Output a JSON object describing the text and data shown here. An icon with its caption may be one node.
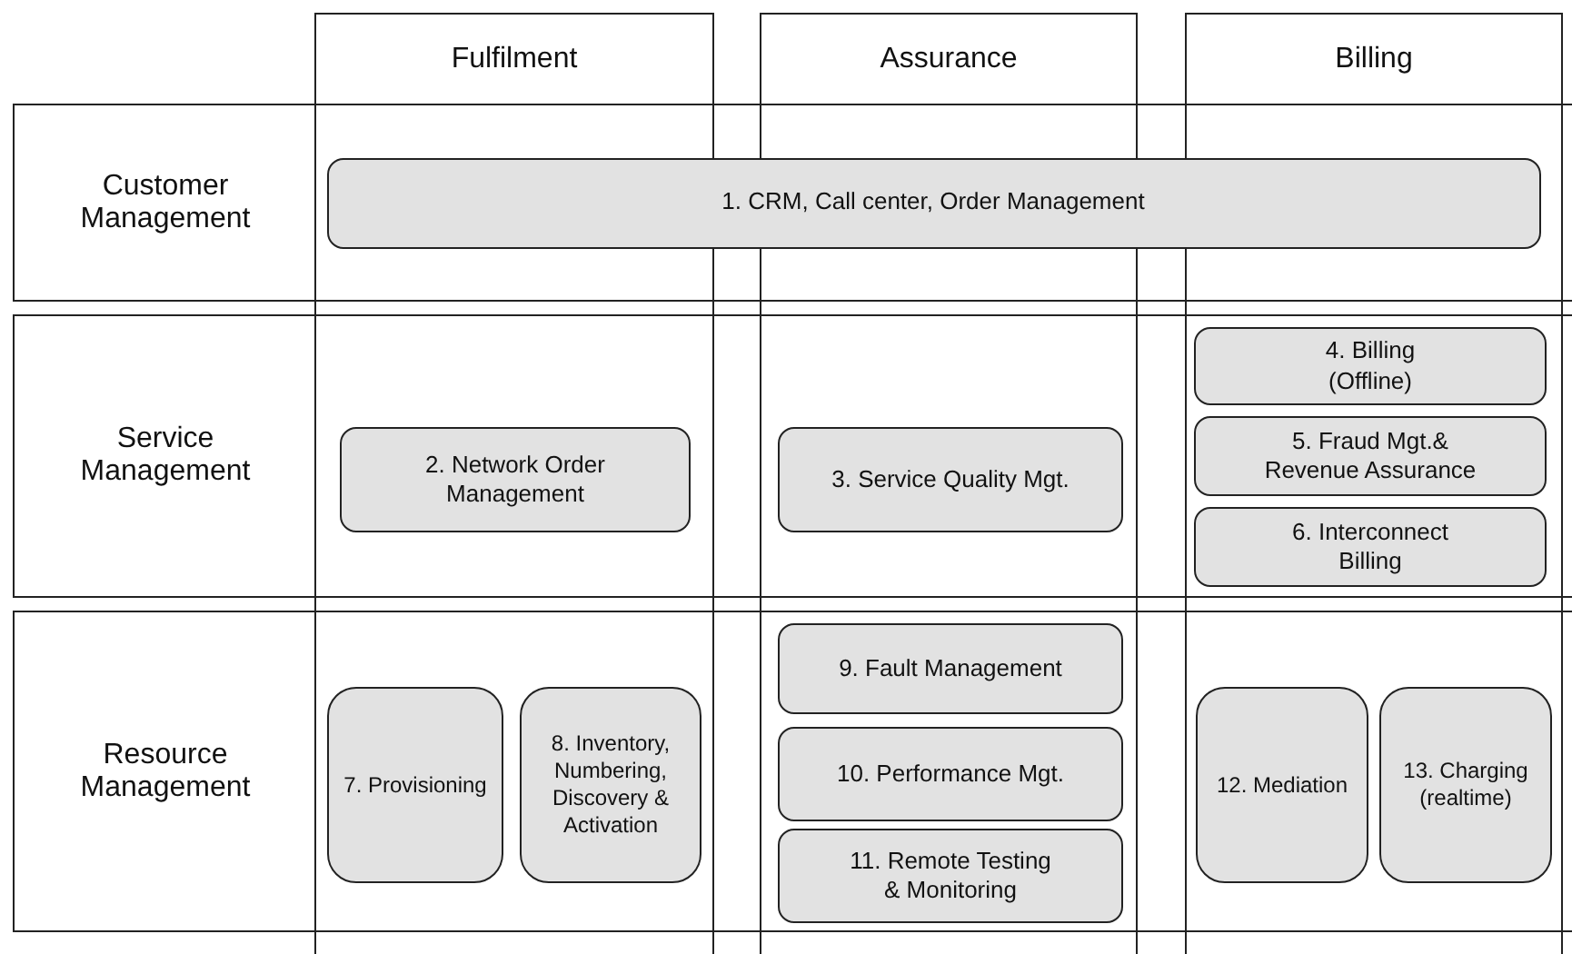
{
  "diagram": {
    "nodes": [
      {
        "text": [
          "Fulfilment"
        ]
      },
      {
        "text": [
          "Assurance"
        ]
      },
      {
        "text": [
          "Billing"
        ]
      },
      {
        "text": [
          "Customer Management"
        ]
      },
      {
        "text": [
          "Service Management"
        ]
      },
      {
        "text": [
          "Resource Management"
        ]
      },
      {
        "text": [
          "1. CRM, Call center, Order Management"
        ],
        "in": 3
      },
      {
        "text": [
          "2. Network Order Management"
        ]
      },
      {
        "text": [
          "3. Service Quality Mgt."
        ]
      },
      {
        "text": [
          "4. Billing (Offline)"
        ]
      },
      {
        "text": [
          "5. Fraud Mgt.& Revenue Assurance"
        ]
      },
      {
        "text": [
          "6. Interconnect Billing"
        ]
      },
      {
        "text": [
          "7. Provisioning"
        ]
      },
      {
        "text": [
          "8. Inventory, Numbering, Discovery & Activation"
        ]
      },
      {
        "text": [
          "9. Fault Management"
        ]
      },
      {
        "text": [
          "10. Performance Mgt."
        ]
      },
      {
        "text": [
          "11. Remote Testing & Monitoring"
        ]
      },
      {
        "text": [
          "12. Mediation"
        ]
      },
      {
        "text": [
          "13. Charging (realtime)"
        ]
      }
    ]
  }
}
